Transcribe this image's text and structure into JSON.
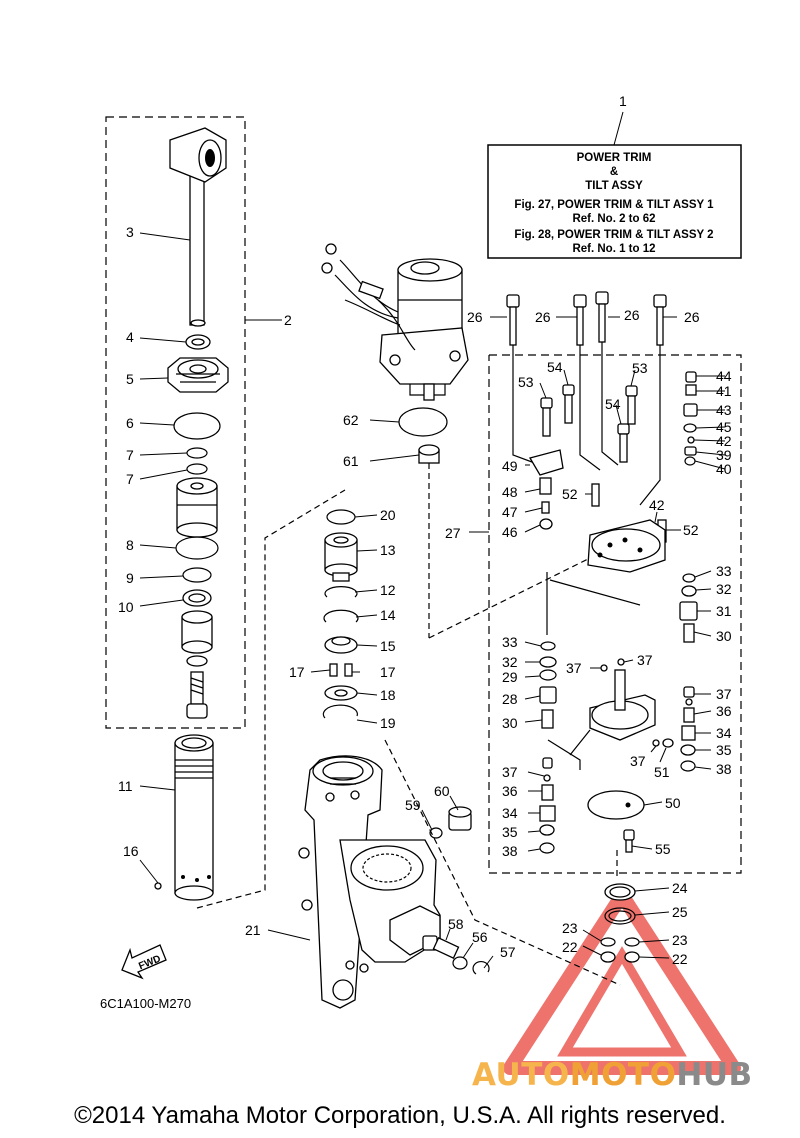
{
  "reference_box": {
    "title_line1": "POWER TRIM",
    "title_line2": "&",
    "title_line3": "TILT ASSY",
    "ref1": "Fig. 27, POWER TRIM & TILT ASSY 1",
    "ref1b": "Ref. No. 2 to 62",
    "ref2": "Fig. 28, POWER TRIM & TILT ASSY 2",
    "ref2b": "Ref. No. 1 to 12"
  },
  "callouts": [
    "1",
    "2",
    "3",
    "4",
    "5",
    "6",
    "7",
    "7",
    "8",
    "9",
    "10",
    "11",
    "12",
    "13",
    "14",
    "15",
    "16",
    "17",
    "17",
    "18",
    "19",
    "20",
    "21",
    "22",
    "22",
    "23",
    "23",
    "24",
    "25",
    "26",
    "26",
    "26",
    "26",
    "27",
    "28",
    "29",
    "30",
    "30",
    "31",
    "32",
    "32",
    "33",
    "33",
    "34",
    "34",
    "35",
    "35",
    "36",
    "36",
    "37",
    "37",
    "37",
    "37",
    "37",
    "38",
    "38",
    "39",
    "40",
    "41",
    "42",
    "42",
    "43",
    "44",
    "45",
    "46",
    "47",
    "48",
    "49",
    "50",
    "51",
    "52",
    "52",
    "53",
    "53",
    "54",
    "54",
    "55",
    "56",
    "57",
    "58",
    "59",
    "60",
    "61",
    "62"
  ],
  "fwd_label": "FWD",
  "diagram_code": "6C1A100-M270",
  "copyright": "©2014 Yamaha Motor Corporation, U.S.A. All rights reserved.",
  "watermark": {
    "part1": "AUTO",
    "part2": "MOTO",
    "part3": "HUB"
  },
  "colors": {
    "line": "#000000",
    "watermark_triangle": "#e8453c",
    "watermark_orange": "#f6b44c",
    "watermark_gray": "#8a8a8a"
  }
}
